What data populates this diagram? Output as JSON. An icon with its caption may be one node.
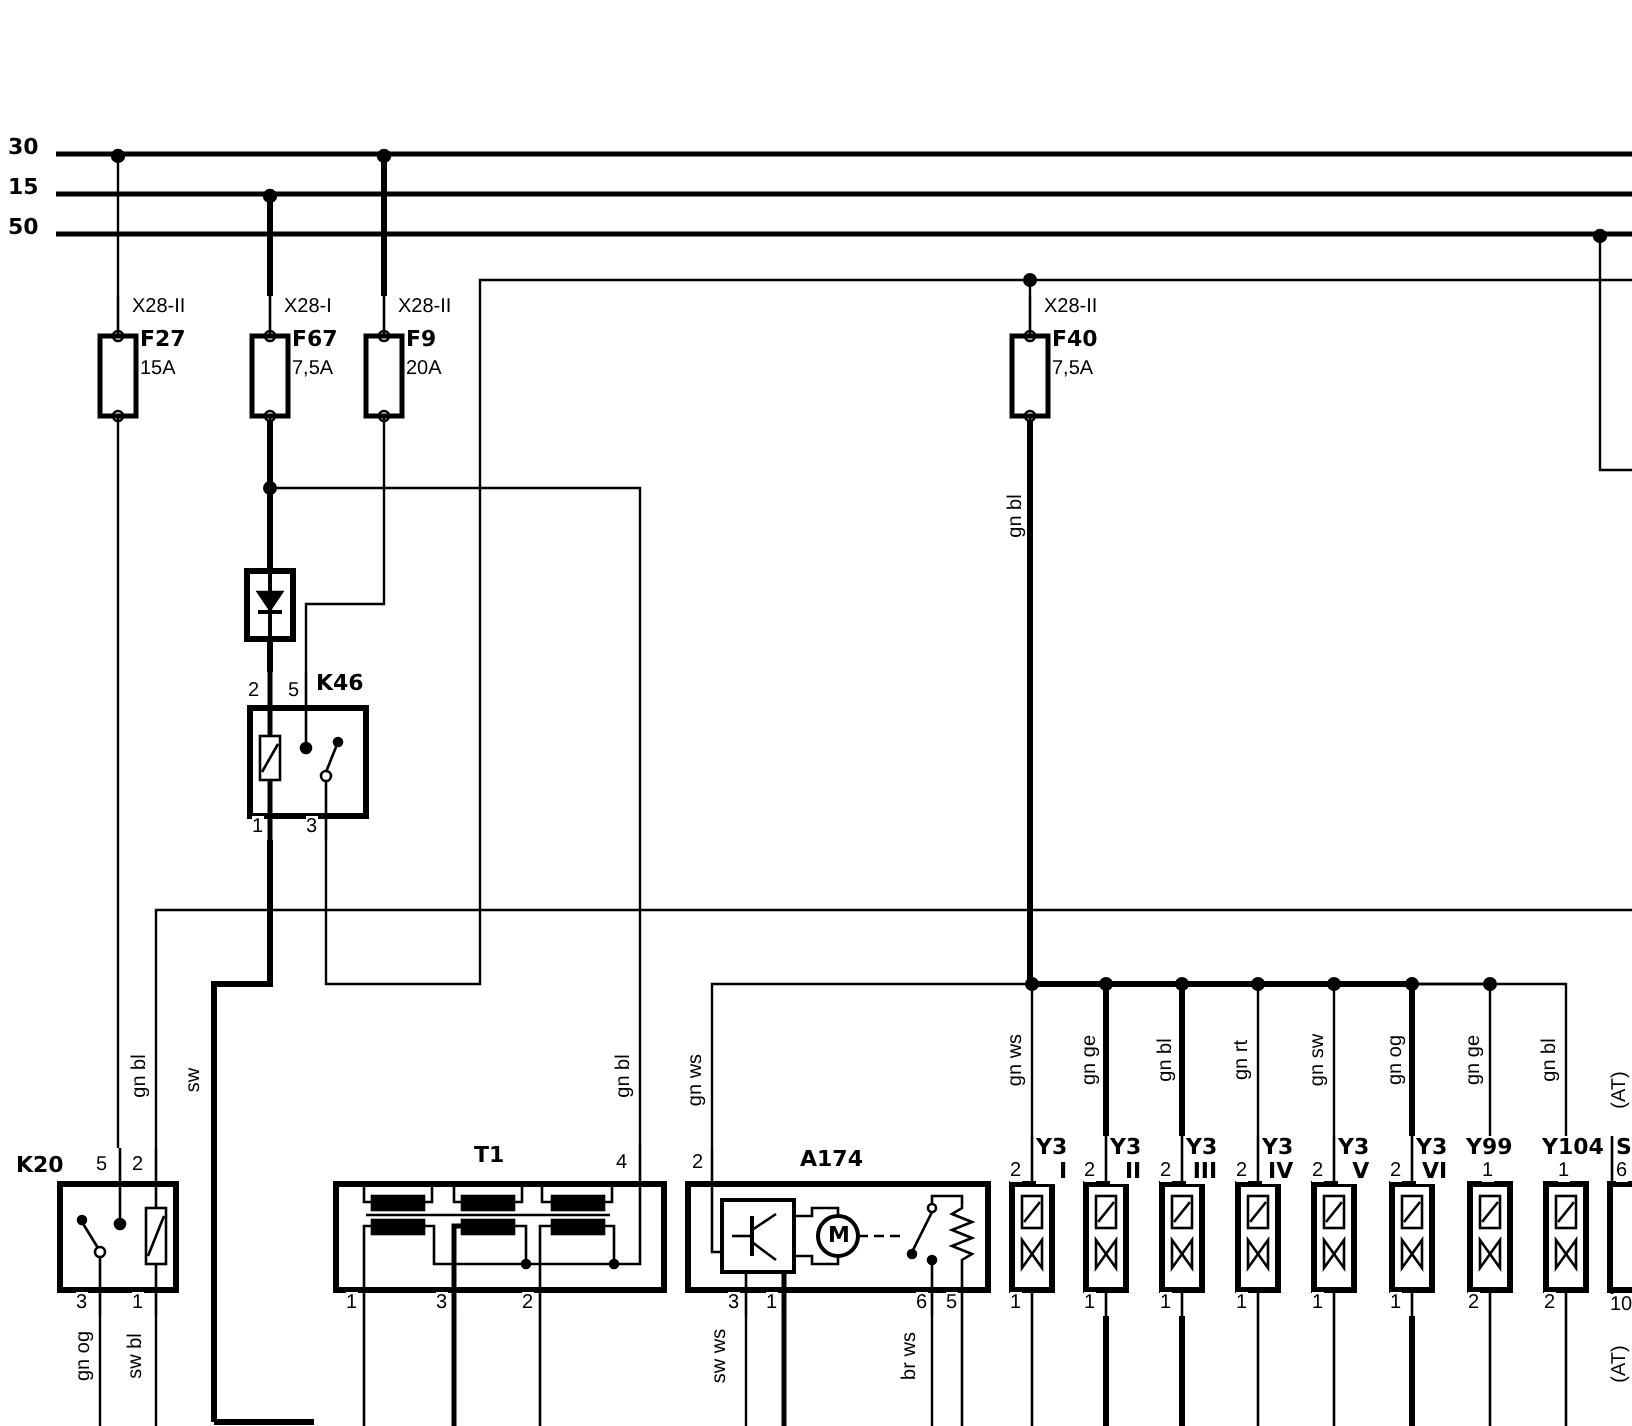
{
  "diagram": {
    "nodes": [
      {
        "text": [
          "30"
        ]
      },
      {
        "text": [
          "15"
        ]
      },
      {
        "text": [
          "50"
        ]
      },
      {
        "text": [
          "X28-II",
          "F27",
          "15A"
        ]
      },
      {
        "text": [
          "X28-I",
          "F67",
          "7,5A"
        ]
      },
      {
        "text": [
          "X28-II",
          "F9",
          "20A"
        ]
      },
      {
        "text": [
          "X28-II",
          "F40",
          "7,5A"
        ]
      },
      {
        "text": [],
        "shape": "box"
      },
      {
        "text": [
          "2",
          "5",
          "K46",
          "1",
          "3"
        ]
      },
      {
        "text": [
          "K20",
          "5",
          "2",
          "3",
          "1"
        ]
      },
      {
        "text": [
          "T1",
          "4",
          "1",
          "3",
          "2"
        ]
      },
      {
        "text": [
          "2",
          "A174",
          "M",
          "3",
          "1",
          "6",
          "5"
        ]
      },
      {
        "text": [
          "2",
          "Y3 I",
          "1"
        ]
      },
      {
        "text": [
          "2",
          "Y3 II",
          "1"
        ]
      },
      {
        "text": [
          "2",
          "Y3 III",
          "1"
        ]
      },
      {
        "text": [
          "2",
          "Y3 IV",
          "1"
        ]
      },
      {
        "text": [
          "2",
          "Y3 V",
          "1"
        ]
      },
      {
        "text": [
          "2",
          "Y3 VI",
          "1"
        ]
      },
      {
        "text": [
          "Y99",
          "1",
          "2"
        ]
      },
      {
        "text": [
          "Y104",
          "1",
          "2"
        ]
      },
      {
        "text": [
          "S",
          "6",
          "10"
        ]
      }
    ],
    "edges": [
      {
        "from": 0,
        "to": 3,
        "arrow": "other"
      },
      {
        "from": 1,
        "to": 4,
        "arrow": "other",
        "style": "thick"
      },
      {
        "from": 0,
        "to": 5,
        "arrow": "other",
        "style": "thick"
      },
      {
        "from": 4,
        "to": 7,
        "arrow": "none",
        "style": "thick"
      },
      {
        "from": 4,
        "to": 10,
        "arrow": "none",
        "label": "gn bl"
      },
      {
        "from": 5,
        "to": 8,
        "arrow": "none"
      },
      {
        "from": 7,
        "to": 8,
        "arrow": "none",
        "style": "thick"
      },
      {
        "from": 3,
        "to": 9,
        "arrow": "none",
        "label": "gn bl"
      },
      {
        "from": 8,
        "to": null,
        "arrow": "none",
        "label": "sw",
        "style": "thick"
      },
      {
        "from": 8,
        "to": 6,
        "arrow": "none"
      },
      {
        "from": 6,
        "to": 11,
        "arrow": "none",
        "label": "gn ws"
      },
      {
        "from": 6,
        "to": 12,
        "arrow": "none",
        "label": "gn ws"
      },
      {
        "from": 6,
        "to": 13,
        "arrow": "none",
        "label": "gn ge",
        "style": "thick"
      },
      {
        "from": 6,
        "to": 14,
        "arrow": "none",
        "label": "gn bl",
        "style": "thick"
      },
      {
        "from": 6,
        "to": 15,
        "arrow": "none",
        "label": "gn rt"
      },
      {
        "from": 6,
        "to": 16,
        "arrow": "none",
        "label": "gn sw"
      },
      {
        "from": 6,
        "to": 17,
        "arrow": "none",
        "label": "gn og",
        "style": "thick"
      },
      {
        "from": 6,
        "to": 18,
        "arrow": "none",
        "label": "gn ge"
      },
      {
        "from": 6,
        "to": 19,
        "arrow": "none",
        "label": "gn bl"
      },
      {
        "from": 2,
        "to": null,
        "arrow": "other"
      },
      {
        "from": 9,
        "to": null,
        "arrow": "none",
        "label": "gn og"
      },
      {
        "from": 9,
        "to": null,
        "arrow": "none",
        "label": "sw bl"
      },
      {
        "from": 11,
        "to": null,
        "arrow": "none",
        "label": "sw ws"
      },
      {
        "from": 11,
        "to": null,
        "arrow": "none",
        "label": "br ws"
      },
      {
        "from": 9,
        "to": null,
        "arrow": "none"
      }
    ],
    "labels": [
      "gn bl",
      "(AT)",
      "(AT)"
    ]
  }
}
